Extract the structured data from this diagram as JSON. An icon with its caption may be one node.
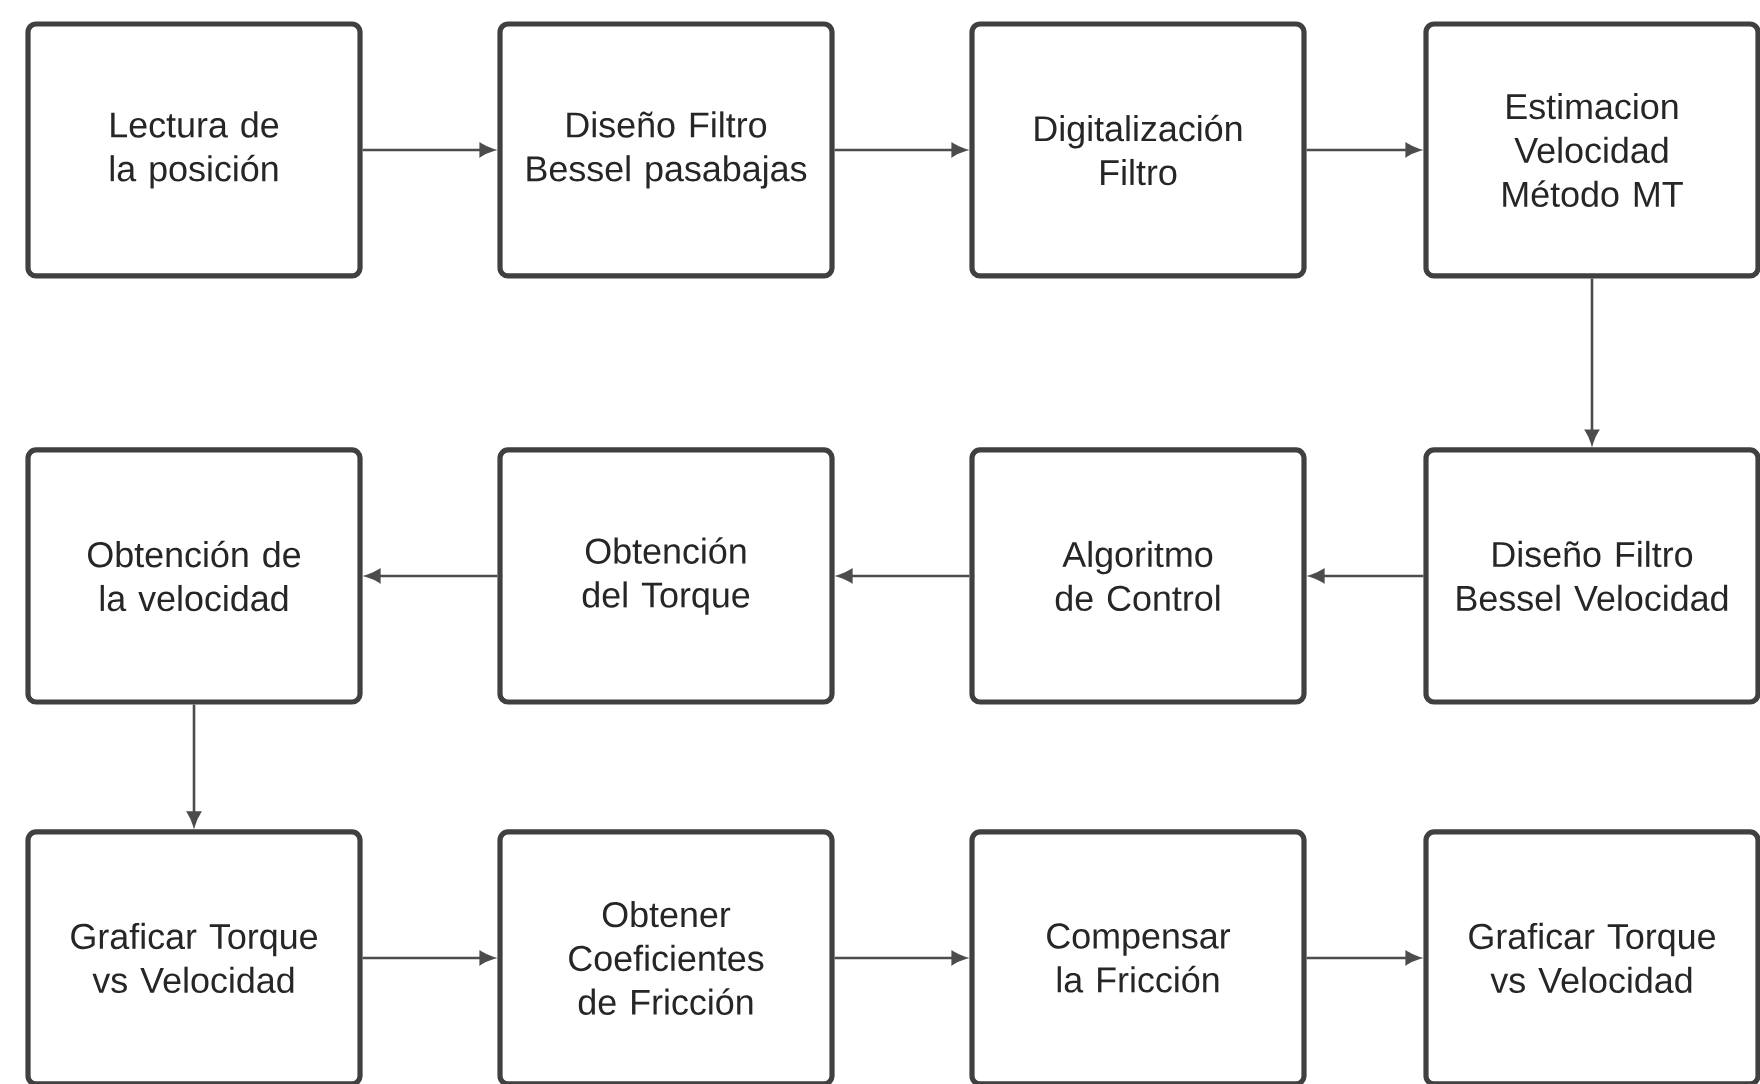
{
  "diagram": {
    "nodes": [
      {
        "text": [
          "Lectura de la posición"
        ]
      },
      {
        "text": [
          "Diseño Filtro Bessel pasabajas"
        ]
      },
      {
        "text": [
          "Digitalización Filtro"
        ]
      },
      {
        "text": [
          "Estimacion Velocidad Método MT"
        ]
      },
      {
        "text": [
          "Obtención de la velocidad"
        ]
      },
      {
        "text": [
          "Obtención del Torque"
        ]
      },
      {
        "text": [
          "Algoritmo de Control"
        ]
      },
      {
        "text": [
          "Diseño Filtro Bessel Velocidad"
        ]
      },
      {
        "text": [
          "Graficar Torque vs Velocidad"
        ]
      },
      {
        "text": [
          "Obtener Coeficientes de Fricción"
        ]
      },
      {
        "text": [
          "Compensar la Fricción"
        ]
      },
      {
        "text": [
          "Graficar Torque vs Velocidad"
        ]
      }
    ],
    "edges": [
      {
        "from": 0,
        "to": 1,
        "arrow": "to"
      },
      {
        "from": 1,
        "to": 2,
        "arrow": "to"
      },
      {
        "from": 2,
        "to": 3,
        "arrow": "to"
      },
      {
        "from": 3,
        "to": 7,
        "arrow": "to"
      },
      {
        "from": 7,
        "to": 6,
        "arrow": "to"
      },
      {
        "from": 6,
        "to": 5,
        "arrow": "to"
      },
      {
        "from": 5,
        "to": 4,
        "arrow": "to"
      },
      {
        "from": 4,
        "to": 8,
        "arrow": "to"
      },
      {
        "from": 8,
        "to": 9,
        "arrow": "to"
      },
      {
        "from": 9,
        "to": 10,
        "arrow": "to"
      },
      {
        "from": 10,
        "to": 11,
        "arrow": "to"
      }
    ]
  }
}
